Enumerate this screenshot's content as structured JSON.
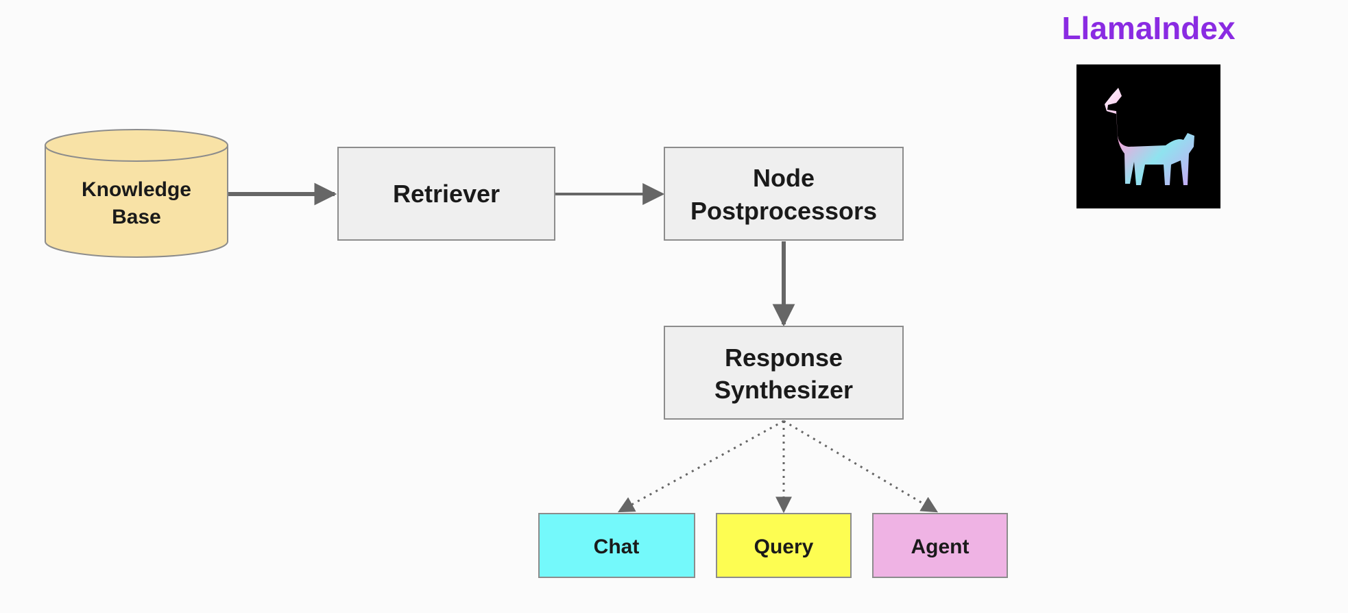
{
  "brand": {
    "title": "LlamaIndex",
    "title_color": "#8a2be2",
    "logo": "llama-icon"
  },
  "nodes": {
    "knowledge_base": {
      "line1": "Knowledge",
      "line2": "Base",
      "fill": "#f8e2a6"
    },
    "retriever": {
      "label": "Retriever",
      "fill": "#efefef"
    },
    "node_postprocessors": {
      "line1": "Node",
      "line2": "Postprocessors",
      "fill": "#efefef"
    },
    "response_synthesizer": {
      "line1": "Response",
      "line2": "Synthesizer",
      "fill": "#efefef"
    },
    "chat": {
      "label": "Chat",
      "fill": "#74f9fb"
    },
    "query": {
      "label": "Query",
      "fill": "#fdfd52"
    },
    "agent": {
      "label": "Agent",
      "fill": "#efb3e4"
    }
  },
  "edges": [
    {
      "from": "Knowledge Base",
      "to": "Retriever",
      "style": "solid"
    },
    {
      "from": "Retriever",
      "to": "Node Postprocessors",
      "style": "solid"
    },
    {
      "from": "Node Postprocessors",
      "to": "Response Synthesizer",
      "style": "solid"
    },
    {
      "from": "Response Synthesizer",
      "to": "Chat",
      "style": "dotted"
    },
    {
      "from": "Response Synthesizer",
      "to": "Query",
      "style": "dotted"
    },
    {
      "from": "Response Synthesizer",
      "to": "Agent",
      "style": "dotted"
    }
  ],
  "colors": {
    "arrow": "#666666",
    "box_border": "#8c8c8c"
  }
}
